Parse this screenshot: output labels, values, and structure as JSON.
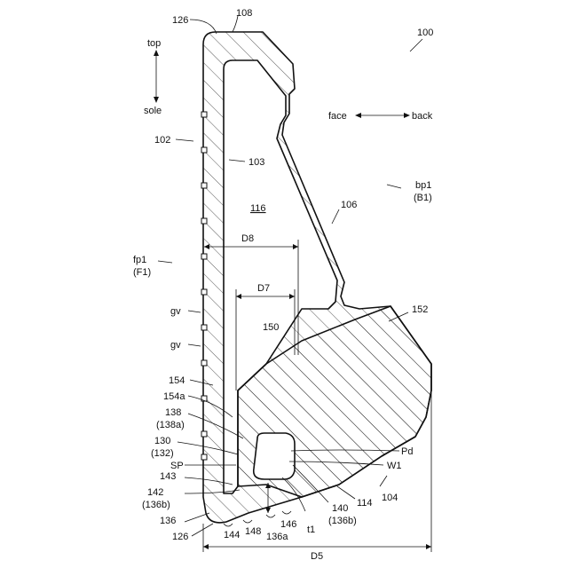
{
  "figure_number": "100",
  "orientation": {
    "top": "top",
    "sole": "sole",
    "face": "face",
    "back": "back"
  },
  "labels": {
    "l126_top": "126",
    "l108": "108",
    "l102": "102",
    "l103": "103",
    "l116": "116",
    "l106": "106",
    "bp1": "bp1",
    "B1": "(B1)",
    "fp1": "fp1",
    "F1": "(F1)",
    "D8": "D8",
    "D7": "D7",
    "gv1": "gv",
    "gv2": "gv",
    "l150": "150",
    "l152": "152",
    "l154": "154",
    "l154a": "154a",
    "l138": "138",
    "l138a": "(138a)",
    "l130": "130",
    "l132": "(132)",
    "SP": "SP",
    "l143": "143",
    "l142": "142",
    "l136b_left": "(136b)",
    "l136": "136",
    "l126_bottom": "126",
    "l144": "144",
    "l148": "148",
    "l136a": "136a",
    "l146": "146",
    "t1": "t1",
    "l140": "140",
    "l136b_right": "(136b)",
    "l114": "114",
    "l104": "104",
    "Pd": "Pd",
    "W1": "W1",
    "D5": "D5"
  }
}
